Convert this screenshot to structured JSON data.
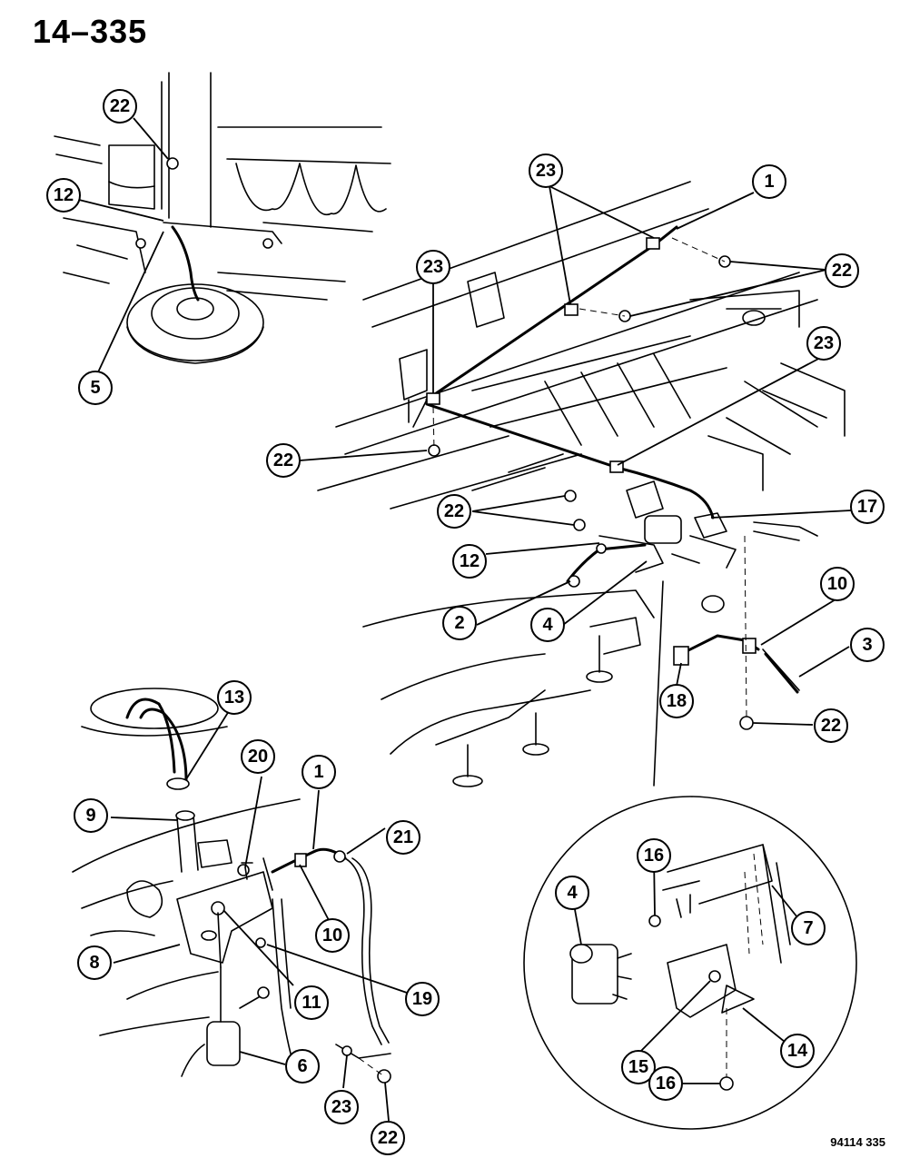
{
  "page": {
    "title": "14–335",
    "figure_code": "94114 335"
  },
  "callouts": [
    {
      "id": "c22-a",
      "label": "22"
    },
    {
      "id": "c12-a",
      "label": "12"
    },
    {
      "id": "c5",
      "label": "5"
    },
    {
      "id": "c23-a",
      "label": "23"
    },
    {
      "id": "c1-a",
      "label": "1"
    },
    {
      "id": "c22-b",
      "label": "22"
    },
    {
      "id": "c23-b",
      "label": "23"
    },
    {
      "id": "c23-c",
      "label": "23"
    },
    {
      "id": "c22-c",
      "label": "22"
    },
    {
      "id": "c22-d",
      "label": "22"
    },
    {
      "id": "c17",
      "label": "17"
    },
    {
      "id": "c12-b",
      "label": "12"
    },
    {
      "id": "c2",
      "label": "2"
    },
    {
      "id": "c4-a",
      "label": "4"
    },
    {
      "id": "c10-a",
      "label": "10"
    },
    {
      "id": "c3",
      "label": "3"
    },
    {
      "id": "c18",
      "label": "18"
    },
    {
      "id": "c22-e",
      "label": "22"
    },
    {
      "id": "c13",
      "label": "13"
    },
    {
      "id": "c20",
      "label": "20"
    },
    {
      "id": "c1-b",
      "label": "1"
    },
    {
      "id": "c9",
      "label": "9"
    },
    {
      "id": "c21",
      "label": "21"
    },
    {
      "id": "c10-b",
      "label": "10"
    },
    {
      "id": "c8",
      "label": "8"
    },
    {
      "id": "c11",
      "label": "11"
    },
    {
      "id": "c19",
      "label": "19"
    },
    {
      "id": "c6",
      "label": "6"
    },
    {
      "id": "c23-d",
      "label": "23"
    },
    {
      "id": "c22-f",
      "label": "22"
    },
    {
      "id": "c16-a",
      "label": "16"
    },
    {
      "id": "c4-b",
      "label": "4"
    },
    {
      "id": "c7",
      "label": "7"
    },
    {
      "id": "c15",
      "label": "15"
    },
    {
      "id": "c14",
      "label": "14"
    },
    {
      "id": "c16-b",
      "label": "16"
    }
  ]
}
